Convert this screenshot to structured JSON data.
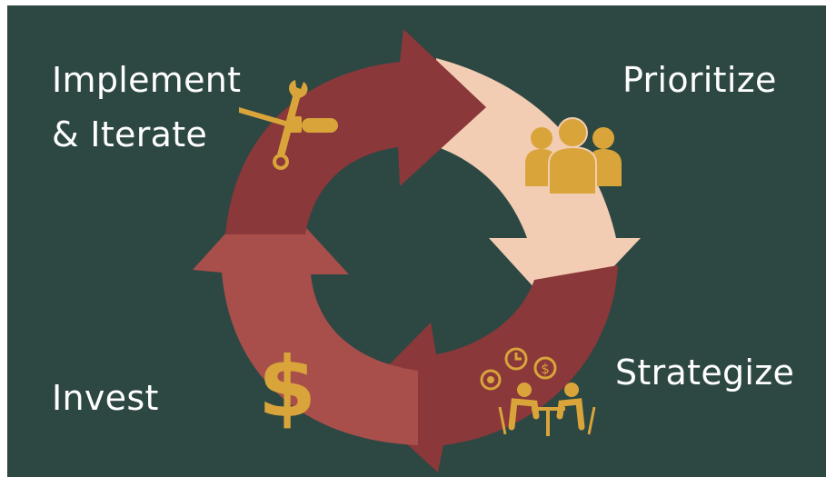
{
  "colors": {
    "background": "#2d4743",
    "arrow_dark_red": "#8a383a",
    "arrow_light_red": "#a84f4c",
    "arrow_peach": "#f2cdb3",
    "icon_gold": "#d9a43a",
    "text": "#ffffff"
  },
  "stages": {
    "implement": {
      "line1": "Implement",
      "line2": "& Iterate",
      "icon": "tools-icon"
    },
    "prioritize": {
      "label": "Prioritize",
      "icon": "people-group-icon"
    },
    "strategize": {
      "label": "Strategize",
      "icon": "meeting-icon"
    },
    "invest": {
      "label": "Invest",
      "icon": "dollar-icon"
    }
  }
}
